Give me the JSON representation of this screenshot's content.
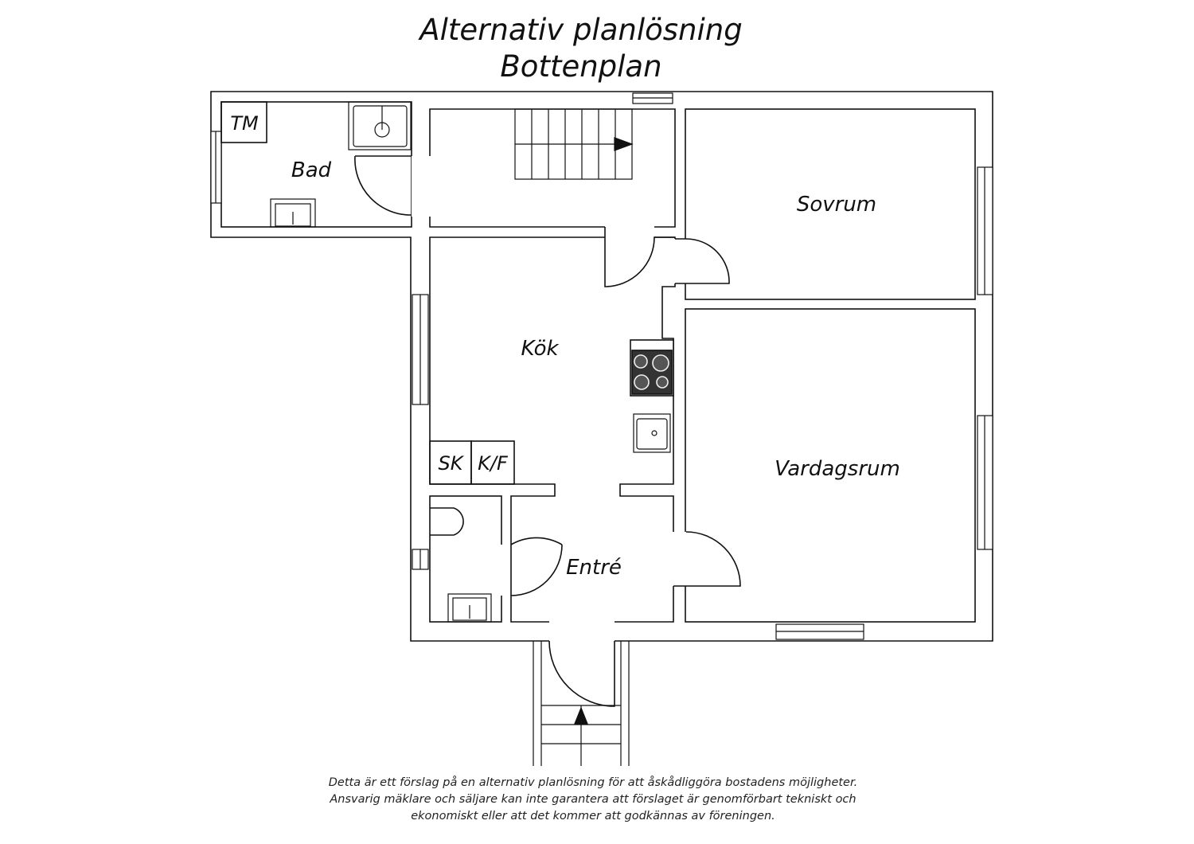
{
  "title": {
    "line1": "Alternativ planlösning",
    "line2": "Bottenplan"
  },
  "rooms": {
    "bad": "Bad",
    "tm": "TM",
    "sovrum": "Sovrum",
    "kok": "Kök",
    "sk": "SK",
    "kf": "K/F",
    "vardagsrum": "Vardagsrum",
    "entre": "Entré"
  },
  "disclaimer": [
    "Detta är ett förslag på en alternativ planlösning för att åskådliggöra bostadens möjligheter.",
    "Ansvarig mäklare och säljare kan inte garantera att förslaget är genomförbart tekniskt och",
    "ekonomiskt eller att det kommer att godkännas av föreningen."
  ]
}
